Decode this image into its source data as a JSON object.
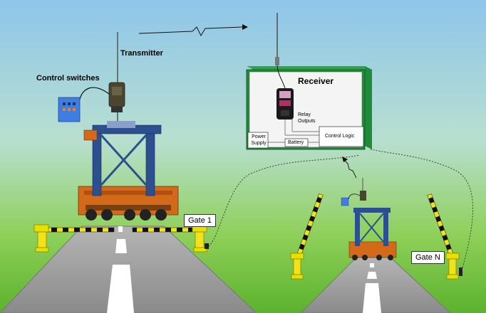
{
  "labels": {
    "transmitter": "Transmitter",
    "control_switches": "Control switches",
    "receiver": "Receiver",
    "relay_outputs_line1": "Relay",
    "relay_outputs_line2": "Outputs",
    "power_supply_line1": "Power",
    "power_supply_line2": "Supply",
    "battery": "Battery",
    "control_logic": "Control Logic",
    "gate_1": "Gate 1",
    "gate_n": "Gate N"
  },
  "colors": {
    "sky_top": "#8ec6ea",
    "ground": "#6cc23c",
    "road": "#9b9b9b",
    "receiver_panel": "#1e8c3a",
    "barrier_yellow": "#f2e21a",
    "barrier_post": "#e8e000",
    "crane_blue": "#2b4f8f",
    "crane_orange": "#d36a1a"
  },
  "icons": [
    "antenna-icon",
    "radio-transmitter-icon",
    "control-switch-box-icon",
    "receiver-unit-icon",
    "straddle-carrier-icon",
    "gate-barrier-icon"
  ]
}
